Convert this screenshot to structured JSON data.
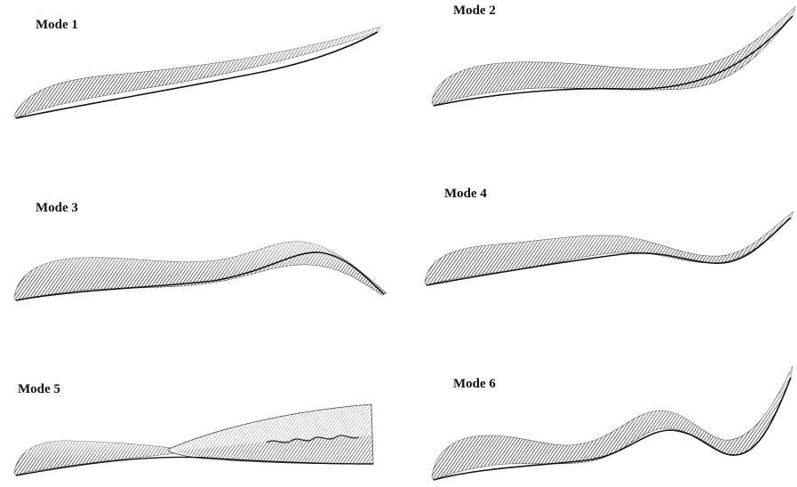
{
  "modes": [
    {
      "label": "Mode 1"
    },
    {
      "label": "Mode 2"
    },
    {
      "label": "Mode 3"
    },
    {
      "label": "Mode 4"
    },
    {
      "label": "Mode 5"
    },
    {
      "label": "Mode 6"
    }
  ],
  "colors": {
    "background": "#ffffff",
    "ink": "#111111",
    "hatch_dark": "#1a1a1a",
    "hatch_mid": "#6a6a6a",
    "hatch_light": "#b5b5b5"
  }
}
